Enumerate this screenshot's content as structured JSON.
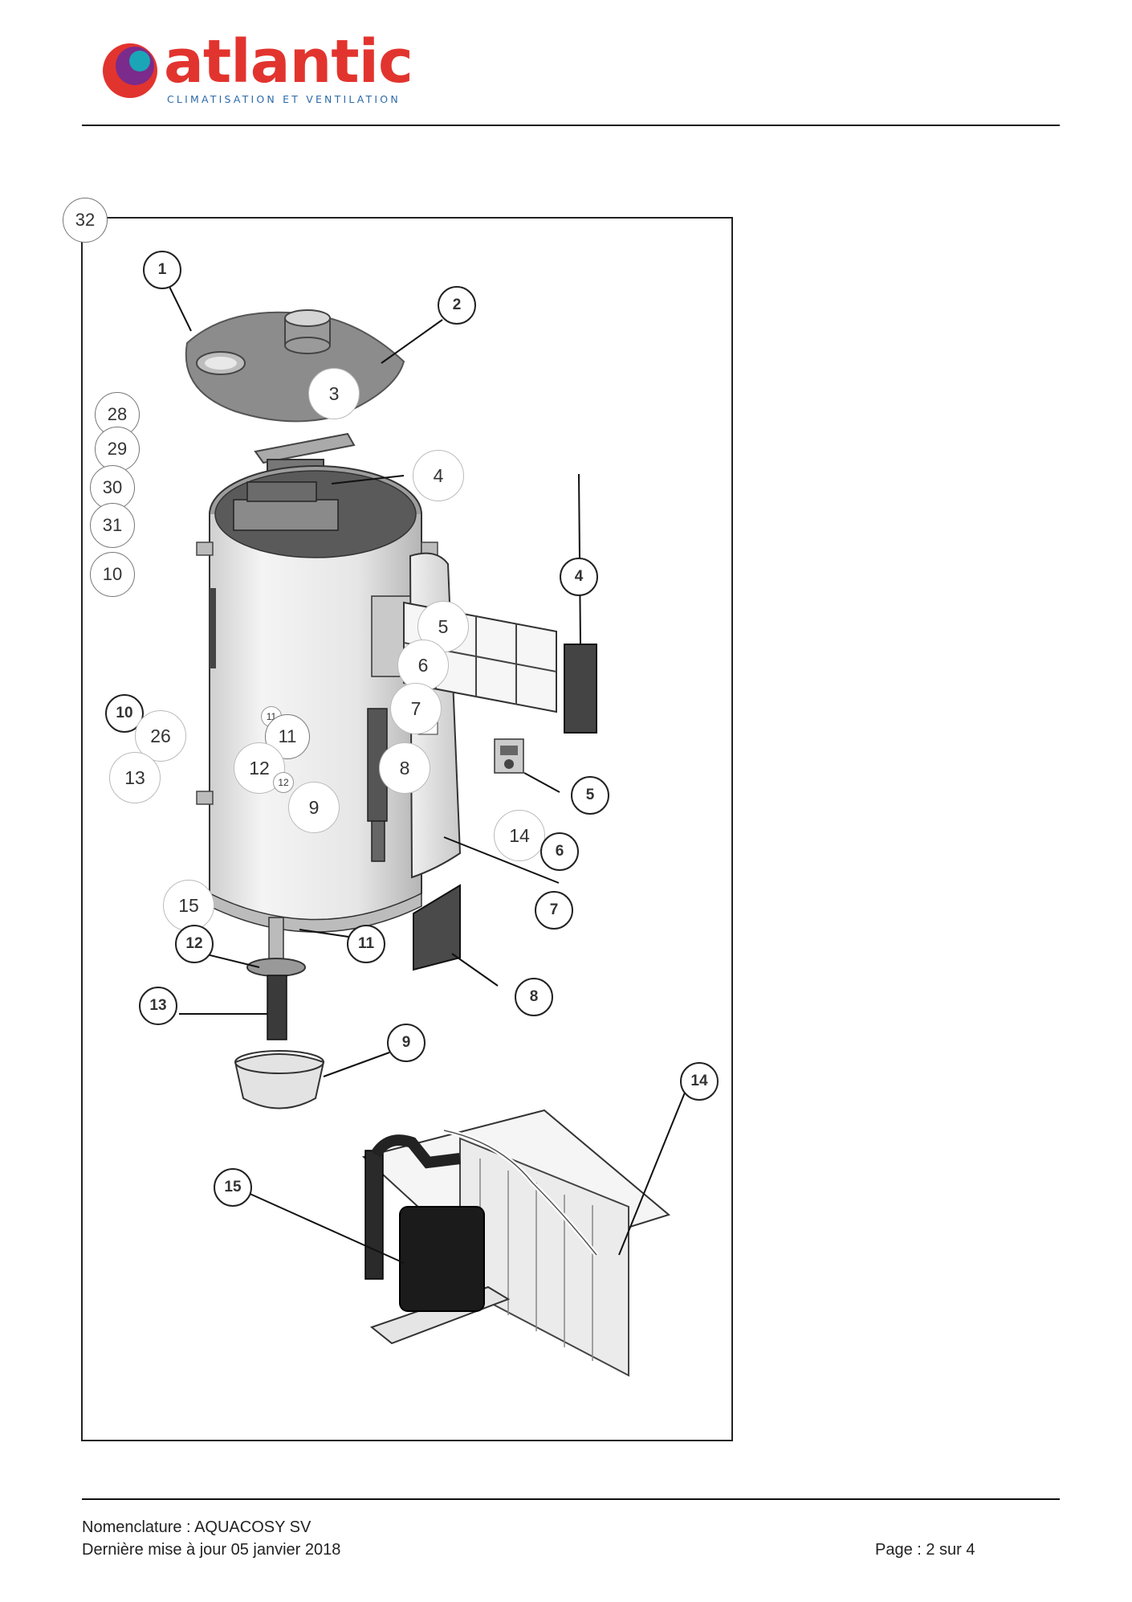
{
  "header": {
    "brand_name": "atlantic",
    "brand_tagline": "CLIMATISATION ET VENTILATION",
    "logo_colors": [
      "#e2342e",
      "#7b2b8c",
      "#1aa6b7",
      "#2e6aa8"
    ]
  },
  "diagram": {
    "callouts": [
      {
        "id": "c32",
        "label": "32"
      },
      {
        "id": "c1",
        "label": "1"
      },
      {
        "id": "c2",
        "label": "2"
      },
      {
        "id": "c3",
        "label": "3"
      },
      {
        "id": "c28",
        "label": "28"
      },
      {
        "id": "c29",
        "label": "29"
      },
      {
        "id": "c30",
        "label": "30"
      },
      {
        "id": "c31",
        "label": "31"
      },
      {
        "id": "c10a",
        "label": "10"
      },
      {
        "id": "c4a",
        "label": "4"
      },
      {
        "id": "c4b",
        "label": "4"
      },
      {
        "id": "c5a",
        "label": "5"
      },
      {
        "id": "c6a",
        "label": "6"
      },
      {
        "id": "c7a",
        "label": "7"
      },
      {
        "id": "c8a",
        "label": "8"
      },
      {
        "id": "c10b",
        "label": "10"
      },
      {
        "id": "c26",
        "label": "26"
      },
      {
        "id": "c11s",
        "label": "11"
      },
      {
        "id": "c11a",
        "label": "11"
      },
      {
        "id": "c12a",
        "label": "12"
      },
      {
        "id": "c12s",
        "label": "12"
      },
      {
        "id": "c13a",
        "label": "13"
      },
      {
        "id": "c9a",
        "label": "9"
      },
      {
        "id": "c5b",
        "label": "5"
      },
      {
        "id": "c14a",
        "label": "14"
      },
      {
        "id": "c6b",
        "label": "6"
      },
      {
        "id": "c7b",
        "label": "7"
      },
      {
        "id": "c15a",
        "label": "15"
      },
      {
        "id": "c12b",
        "label": "12"
      },
      {
        "id": "c11b",
        "label": "11"
      },
      {
        "id": "c8b",
        "label": "8"
      },
      {
        "id": "c13b",
        "label": "13"
      },
      {
        "id": "c9b",
        "label": "9"
      },
      {
        "id": "c14b",
        "label": "14"
      },
      {
        "id": "c15b",
        "label": "15"
      }
    ]
  },
  "footer": {
    "nomenclature": "Nomenclature : AQUACOSY SV",
    "updated": "Dernière mise à jour 05 janvier 2018",
    "page": "Page : 2 sur 4"
  }
}
